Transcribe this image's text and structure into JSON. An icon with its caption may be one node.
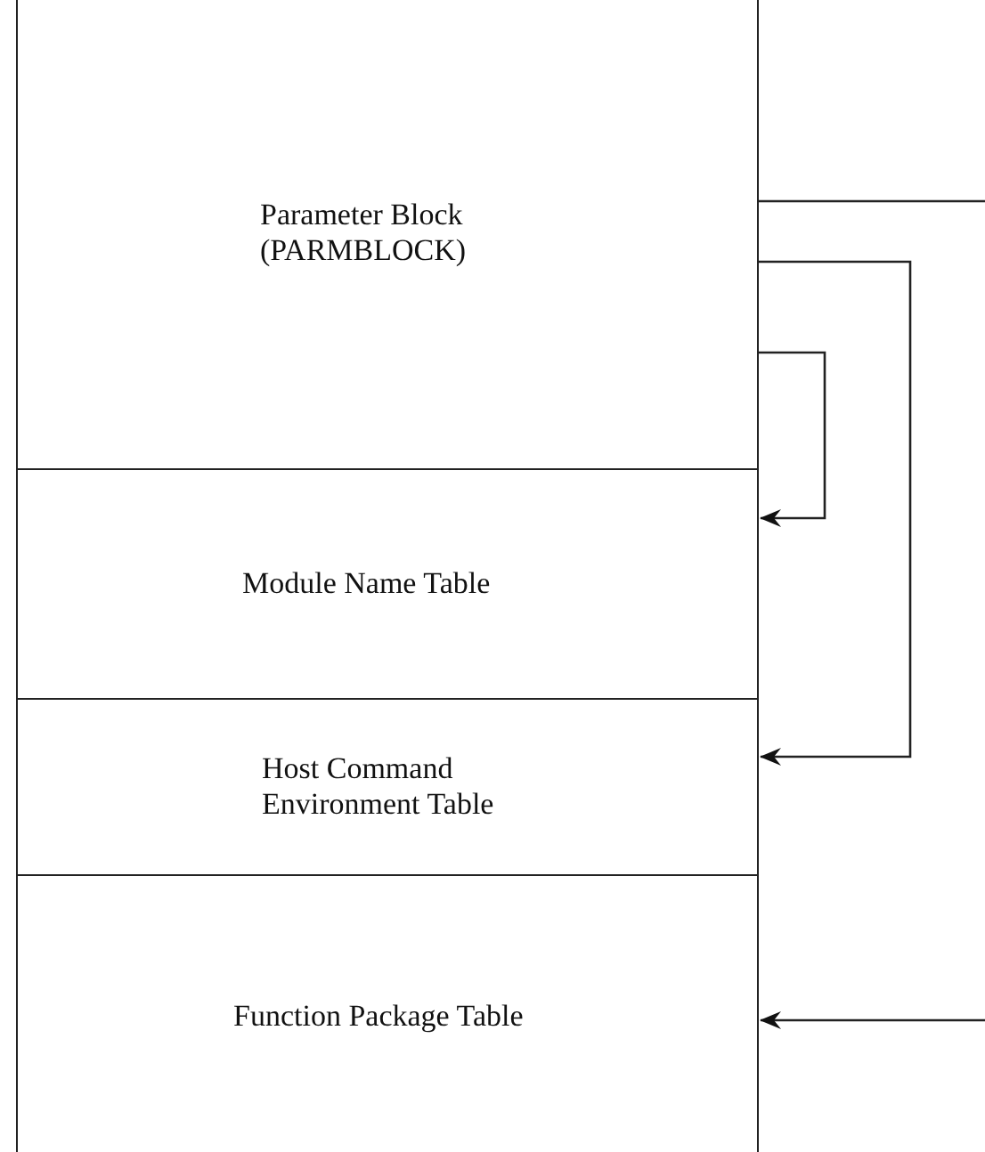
{
  "diagram": {
    "nodes": [
      {
        "text": [
          "Parameter Block (PARMBLOCK)"
        ]
      },
      {
        "text": [
          "Module Name Table"
        ]
      },
      {
        "text": [
          "Host Command Environment Table"
        ]
      },
      {
        "text": [
          "Function Package Table"
        ]
      }
    ],
    "edges": [
      {
        "from": 0,
        "to": null,
        "arrow": "none"
      },
      {
        "from": 0,
        "to": 2,
        "arrow": "to"
      },
      {
        "from": 0,
        "to": 1,
        "arrow": "to"
      },
      {
        "from": null,
        "to": 3,
        "arrow": "to"
      }
    ]
  }
}
